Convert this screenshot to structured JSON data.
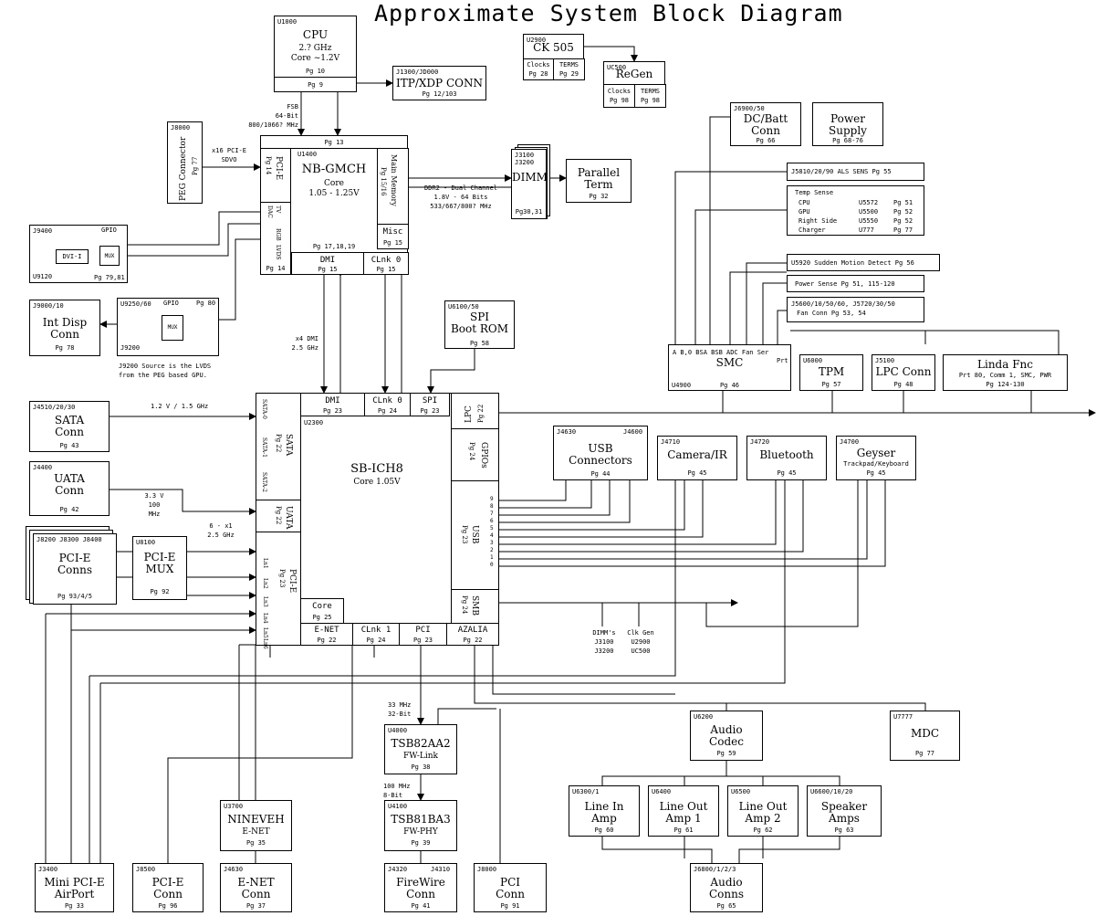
{
  "title": "Approximate System Block Diagram",
  "cpu": {
    "id": "U1000",
    "name": "CPU",
    "l1": "2.? GHz",
    "l2": "Core ~1.2V",
    "pg1": "Pg 10",
    "pg2": "Pg 9"
  },
  "itp": {
    "id": "J1300/JD000",
    "name": "ITP/XDP CONN",
    "pg": "Pg 12/103"
  },
  "ck505": {
    "id": "U2900",
    "name": "CK 505",
    "c1": "Clocks",
    "c2": "TERMS",
    "p1": "Pg 28",
    "p2": "Pg 29"
  },
  "regen": {
    "id": "UC500",
    "name": "ReGen",
    "c1": "Clocks",
    "c2": "TERMS",
    "p1": "Pg 98",
    "p2": "Pg 98"
  },
  "dcbatt": {
    "id": "J6900/50",
    "name": "DC/Batt\nConn",
    "pg": "Pg 66"
  },
  "power": {
    "name": "Power\nSupply",
    "pg": "Pg 68-76"
  },
  "fsb_label": "FSB\n64-Bit\n800/1066? MHz",
  "peg": {
    "id": "J8000",
    "name": "PEG Connector",
    "pg": "Pg 77"
  },
  "pcie_sdvo_label": "x16 PCI-E\nSDVO",
  "nb": {
    "pg_top": "Pg 13",
    "id": "U1400",
    "name": "NB-GMCH",
    "l1": "Core",
    "l2": "1.05 - 1.25V",
    "pg_main": "Pg 17,18,19",
    "pcie": "PCI-E",
    "pcie_pg": "Pg 14",
    "tv": "TV",
    "dac": "DAC",
    "rgb": "RGB",
    "lvds": "LVDS",
    "video_pg": "Pg 14",
    "mem": "Main Memory",
    "mem_pg": "Pg 15/16",
    "misc": "Misc",
    "misc_pg": "Pg 15",
    "dmi": "DMI",
    "dmi_pg": "Pg 15",
    "clink": "CLnk 0",
    "clink_pg": "Pg 15"
  },
  "ddr_label": "DDR2 - Dual Channel\n1.8V - 64 Bits\n533/667/800? MHz",
  "dimm": {
    "id1": "J3100",
    "id2": "J3200",
    "name": "DIMM",
    "pg": "Pg30,31"
  },
  "parallel": {
    "name": "Parallel\nTerm",
    "pg": "Pg 32"
  },
  "j9400": {
    "id": "J9400",
    "gpio": "GPIO",
    "dvi": "DVI-I",
    "mux": "MUX",
    "id2": "U9120",
    "pg": "Pg 79,81"
  },
  "intdisp": {
    "id": "J9000/10",
    "name": "Int Disp\nConn",
    "pg": "Pg 78"
  },
  "u9250": {
    "id": "U9250/60",
    "gpio": "GPIO",
    "pg": "Pg 80",
    "mux": "MUX",
    "id2": "J9200"
  },
  "lvds_note": "J9200 Source is the LVDS\nfrom the PEG based GPU.",
  "dmi_link_label": "x4 DMI\n2.5 GHz",
  "spi": {
    "id": "U6100/50",
    "name": "SPI\nBoot ROM",
    "pg": "Pg 58"
  },
  "smc_list": {
    "als": "J5810/20/90  ALS SENS  Pg 55",
    "temp_title": "Temp Sense",
    "temp_rows": [
      {
        "a": "CPU",
        "b": "U5572",
        "c": "Pg 51"
      },
      {
        "a": "GPU",
        "b": "U5500",
        "c": "Pg 52"
      },
      {
        "a": "Right Side",
        "b": "U5550",
        "c": "Pg 52"
      },
      {
        "a": "Charger",
        "b": "U777",
        "c": "Pg 77"
      }
    ],
    "motion": "U5920 Sudden Motion Detect Pg 56",
    "power_sense": "Power Sense  Pg 51, 115-120",
    "fan1": "J5600/10/50/60, J5720/30/50",
    "fan2": "Fan Conn Pg 53, 54"
  },
  "smc": {
    "name": "SMC",
    "id": "U4900",
    "pg": "Pg 46",
    "ports": "A   B,0  BSA  BSB  ADC  Fan  Ser",
    "prt": "Prt"
  },
  "tpm": {
    "id": "U6000",
    "name": "TPM",
    "pg": "Pg 57"
  },
  "lpcconn": {
    "id": "J5100",
    "name": "LPC Conn",
    "pg": "Pg 48"
  },
  "linda": {
    "name": "Linda Fnc",
    "l1": "Prt 80, Comm 1, SMC, PWR",
    "pg": "Pg 124-130"
  },
  "sata": {
    "id": "J4510/20/30",
    "name": "SATA\nConn",
    "pg": "Pg 43"
  },
  "sata_label": "1.2 V / 1.5 GHz",
  "uata": {
    "id": "J4400",
    "name": "UATA\nConn",
    "pg": "Pg 42"
  },
  "uata_label": "3.3 V\n100 MHz",
  "pcie_conns": {
    "id": "J8200 J8300 J8400",
    "name": "PCI-E\nConns",
    "pg": "Pg 93/4/5"
  },
  "pcie_mux": {
    "id": "U8100",
    "name": "PCI-E\nMUX",
    "pg": "Pg 92"
  },
  "pcie_link_label": "6 - x1\n2.5 GHz",
  "sb": {
    "id": "U2300",
    "name": "SB-ICH8",
    "l1": "Core 1.05V",
    "dmi": "DMI",
    "dmi_pg": "Pg 23",
    "clink0": "CLnk 0",
    "clink0_pg": "Pg 24",
    "spi": "SPI",
    "spi_pg": "Pg 23",
    "lpc": "LPC",
    "lpc_pg": "Pg 22",
    "gpios": "GPIOs",
    "gpios_pg": "Pg 24",
    "usb": "USB",
    "usb_pg": "Pg 23",
    "smb": "SMB",
    "smb_pg": "Pg 24",
    "sata": "SATA",
    "sata_pg": "Pg 22",
    "sata0": "SATA-0",
    "sata1": "SATA-1",
    "sata2": "SATA-2",
    "uata": "UATA",
    "uata_pg": "Pg 22",
    "pcie": "PCI-E",
    "pcie_pg": "Pg 23",
    "lanes": [
      "Ln1",
      "Ln2",
      "Ln3",
      "Ln4",
      "Ln5",
      "Ln6"
    ],
    "usb_ports": [
      "0",
      "1",
      "2",
      "3",
      "4",
      "5",
      "6",
      "7",
      "8",
      "9"
    ],
    "core": "Core",
    "core_pg": "Pg 25",
    "enet": "E-NET",
    "enet_pg": "Pg 22",
    "clink1": "CLnk 1",
    "clink1_pg": "Pg 24",
    "pci": "PCI",
    "pci_pg": "Pg 23",
    "azalia": "AZALIA",
    "azalia_pg": "Pg 22"
  },
  "usbconn": {
    "id": "J4630",
    "id2": "J4600",
    "name": "USB\nConnectors",
    "pg": "Pg 44"
  },
  "camera": {
    "id": "J4710",
    "name": "Camera/IR",
    "pg": "Pg 45"
  },
  "bluetooth": {
    "id": "J4720",
    "name": "Bluetooth",
    "pg": "Pg 45"
  },
  "geyser": {
    "id": "J4700",
    "name": "Geyser",
    "l1": "Trackpad/Keyboard",
    "pg": "Pg 45"
  },
  "smb_note1": "DIMM's\nJ3100\nJ3200",
  "smb_note2": "Clk Gen\nU2900\nUC500",
  "fw_link_label": "33 MHz\n32-Bit",
  "tsb82": {
    "id": "U4000",
    "name": "TSB82AA2",
    "l1": "FW-Link",
    "pg": "Pg 38"
  },
  "fw_phy_label": "100 MHz\n8-Bit",
  "tsb81": {
    "id": "U4100",
    "name": "TSB81BA3",
    "l1": "FW-PHY",
    "pg": "Pg 39"
  },
  "nineveh": {
    "id": "U3700",
    "name": "NINEVEH",
    "l1": "E-NET",
    "pg": "Pg 35"
  },
  "minipcie": {
    "id": "J3400",
    "name": "Mini PCI-E\nAirPort",
    "pg": "Pg 33"
  },
  "pcieconn": {
    "id": "J8500",
    "name": "PCI-E\nConn",
    "pg": "Pg 96"
  },
  "enetconn": {
    "id": "J4630",
    "name": "E-NET\nConn",
    "pg": "Pg 37"
  },
  "fwconn": {
    "id": "J4320",
    "id2": "J4310",
    "name": "FireWire\nConn",
    "pg": "Pg 41"
  },
  "pciconn": {
    "id": "J8000",
    "name": "PCI\nConn",
    "pg": "Pg 91"
  },
  "codec": {
    "id": "U6200",
    "name": "Audio\nCodec",
    "pg": "Pg 59"
  },
  "mdc": {
    "id": "U7777",
    "name": "MDC",
    "pg": "Pg 77"
  },
  "linein": {
    "id": "U6300/1",
    "name": "Line In\nAmp",
    "pg": "Pg 60"
  },
  "lineout1": {
    "id": "U6400",
    "name": "Line Out\nAmp 1",
    "pg": "Pg 61"
  },
  "lineout2": {
    "id": "U6500",
    "name": "Line Out\nAmp 2",
    "pg": "Pg 62"
  },
  "speaker": {
    "id": "U6600/10/20",
    "name": "Speaker\nAmps",
    "pg": "Pg 63"
  },
  "audioconns": {
    "id": "J6800/1/2/3",
    "name": "Audio\nConns",
    "pg": "Pg 65"
  }
}
